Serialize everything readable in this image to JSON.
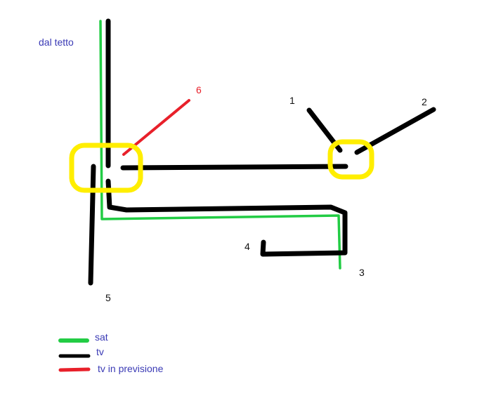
{
  "colors": {
    "sat": "#22cc44",
    "tv": "#000000",
    "planned": "#e8202a",
    "junction": "#ffee00",
    "label_blue": "#3a3ab5",
    "label_black": "#111111",
    "label_red": "#e8202a"
  },
  "labels": {
    "roof": "dal tetto",
    "outlet_1": "1",
    "outlet_2": "2",
    "outlet_3": "3",
    "outlet_4": "4",
    "outlet_5": "5",
    "outlet_6": "6"
  },
  "legend": {
    "sat": "sat",
    "tv": "tv",
    "planned": "tv in previsione"
  }
}
